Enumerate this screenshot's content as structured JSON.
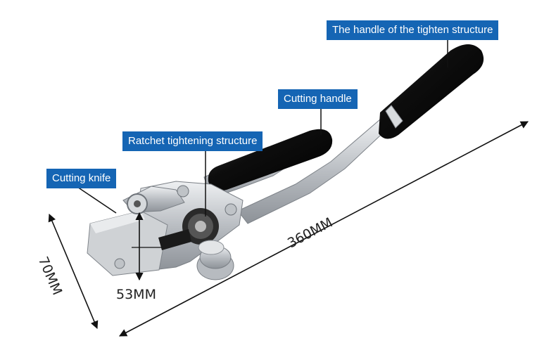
{
  "labels": {
    "tighten_handle": "The handle of the tighten structure",
    "cutting_handle": "Cutting handle",
    "ratchet": "Ratchet tightening structure",
    "cutting_knife": "Cutting knife"
  },
  "dimensions": {
    "length": "360MM",
    "height": "70MM",
    "width": "53MM"
  },
  "colors": {
    "label_bg": "#1565b4",
    "label_text": "#ffffff",
    "grip": "#111111",
    "metal": "#c9ccd0"
  }
}
